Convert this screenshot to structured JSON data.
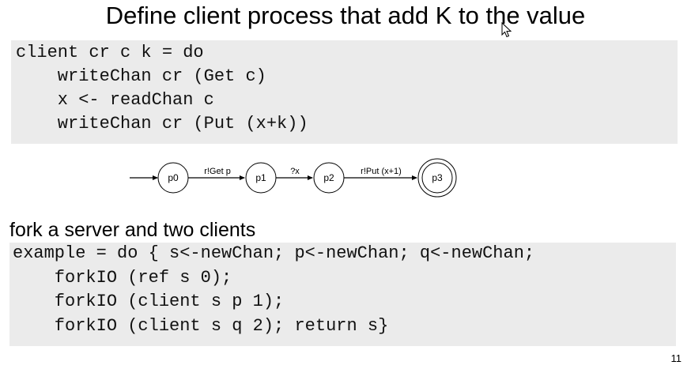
{
  "slide": {
    "title": "Define client process that add K to the value",
    "section_heading": "fork a server and two clients",
    "page_number": "11"
  },
  "code_block_1": {
    "lines": [
      "client cr c k = do",
      "    writeChan cr (Get c)",
      "    x <- readChan c",
      "    writeChan cr (Put (x+k))"
    ]
  },
  "code_block_2": {
    "lines": [
      "example = do { s<-newChan; p<-newChan; q<-newChan;",
      "    forkIO (ref s 0);",
      "    forkIO (client s p 1);",
      "    forkIO (client s q 2); return s}"
    ]
  },
  "diagram": {
    "states": [
      {
        "label": "p0",
        "final": false
      },
      {
        "label": "p1",
        "final": false
      },
      {
        "label": "p2",
        "final": false
      },
      {
        "label": "p3",
        "final": true
      }
    ],
    "transitions": [
      {
        "label": "r!Get p"
      },
      {
        "label": "?x"
      },
      {
        "label": "r!Put (x+1)"
      }
    ]
  },
  "icons": {
    "cursor": "mouse-pointer-icon"
  }
}
